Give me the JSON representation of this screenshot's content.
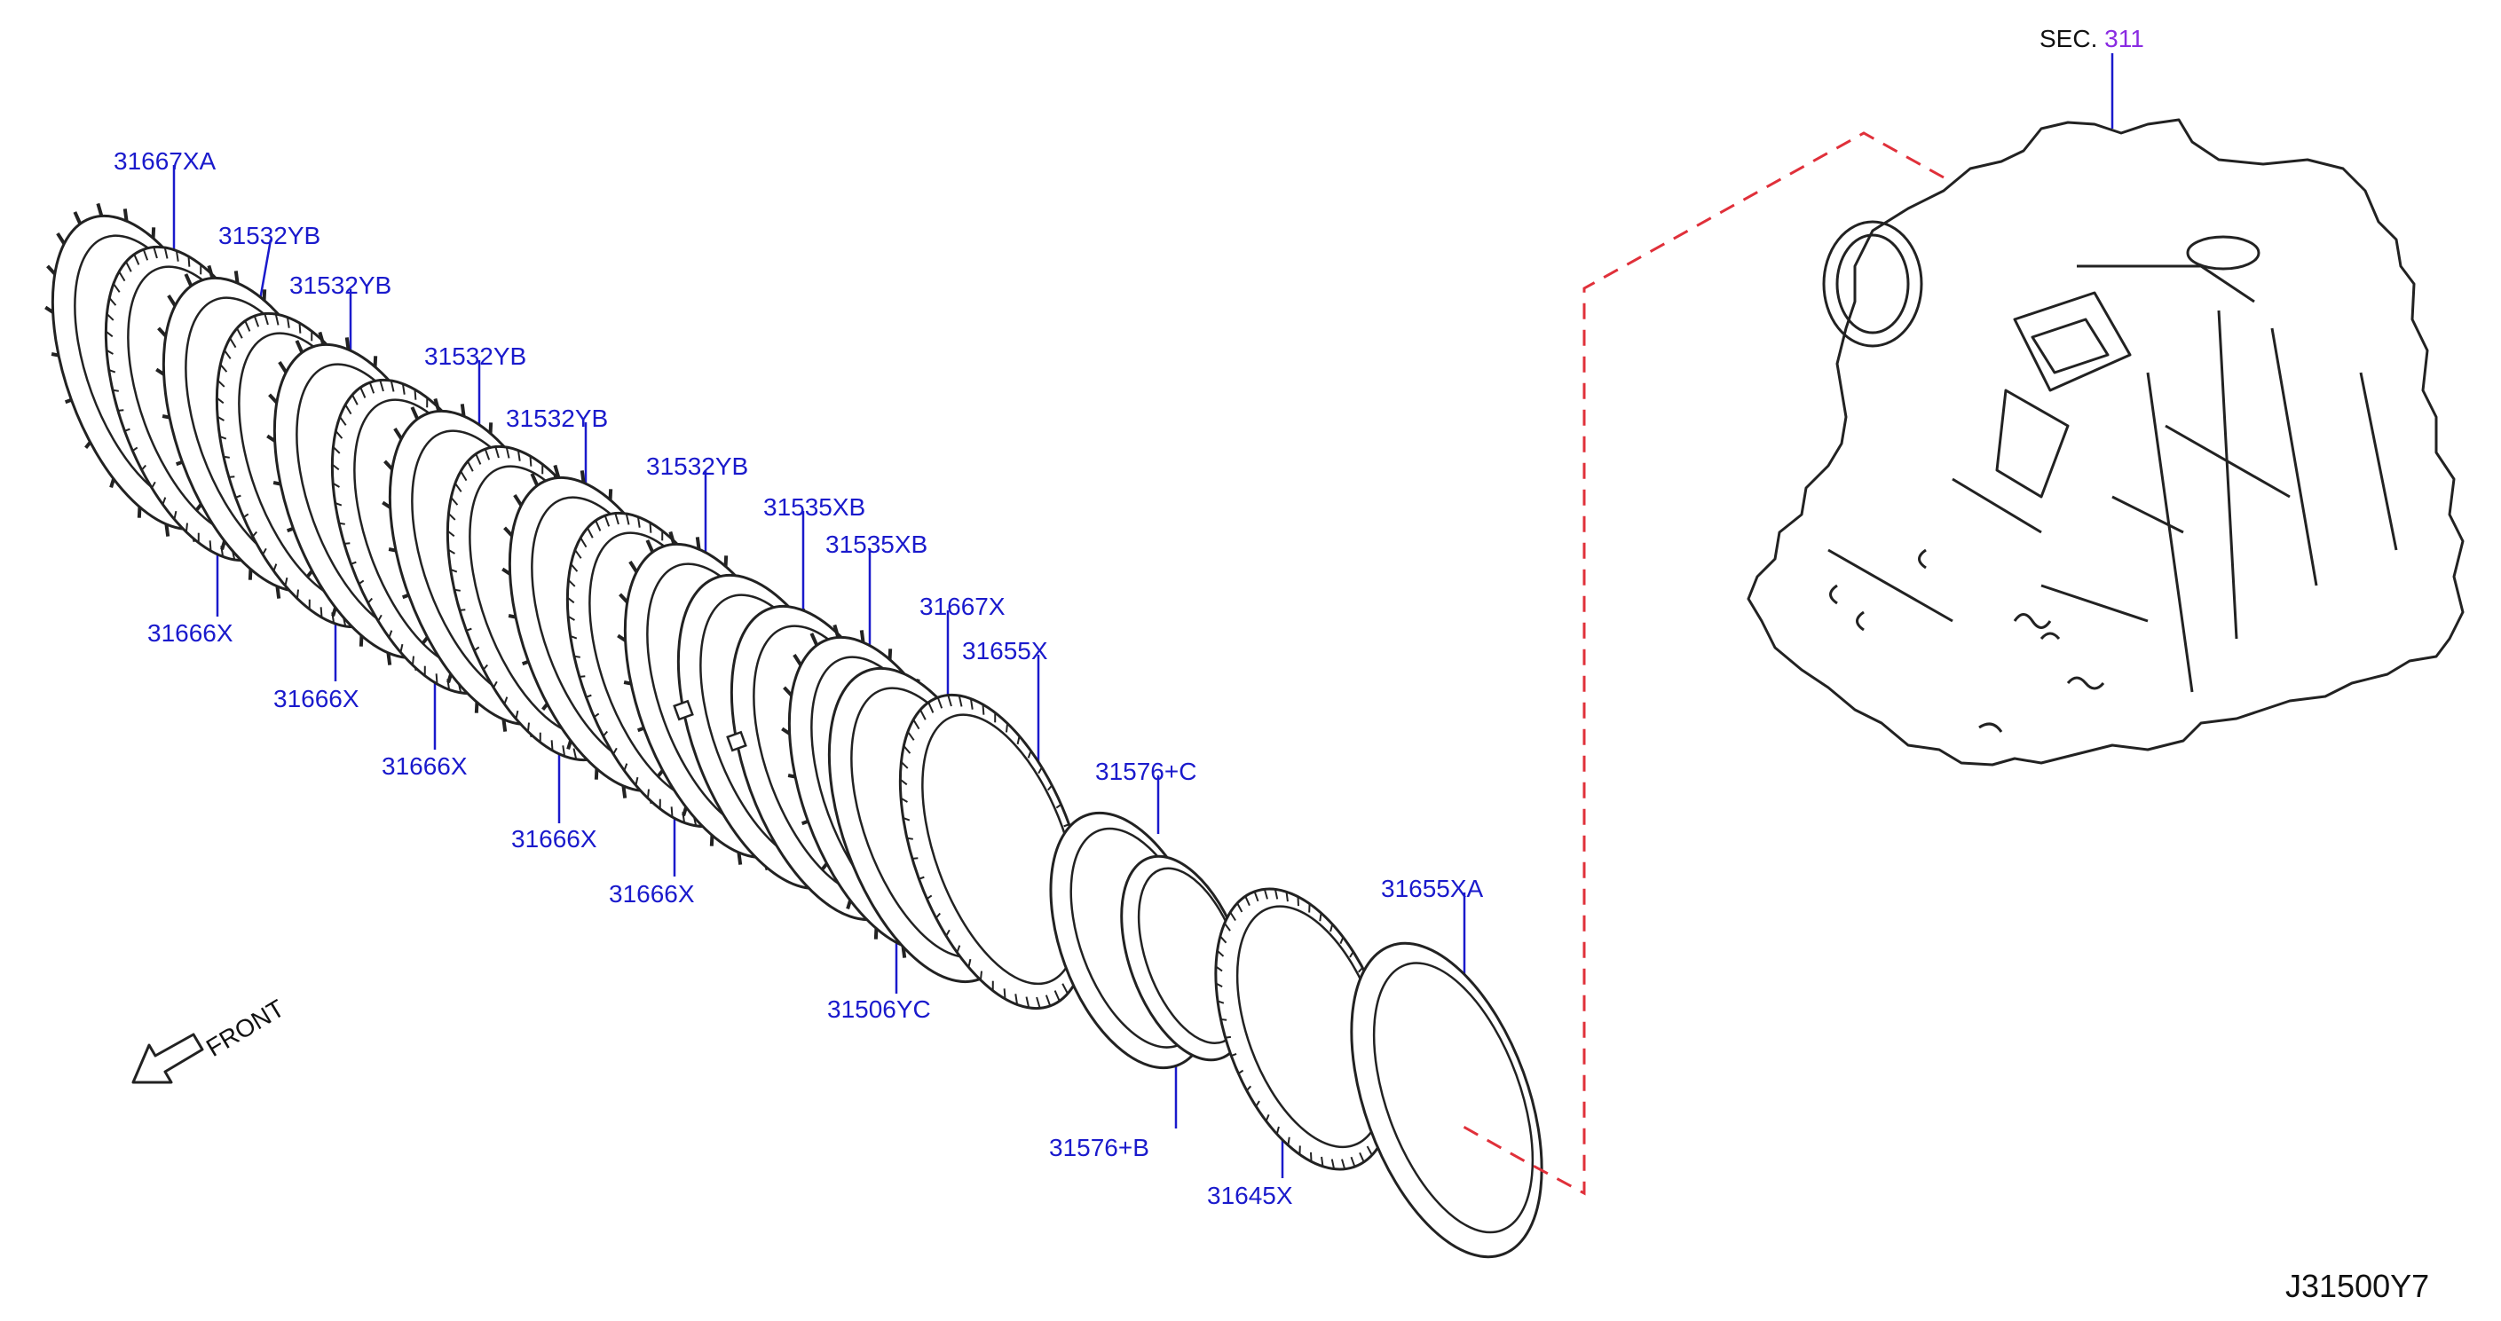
{
  "section": {
    "prefix": "SEC.",
    "number": "311"
  },
  "diagram_code": "J31500Y7",
  "front_label": "FRONT",
  "colors": {
    "callout": "#1a1acc",
    "section_number": "#8a2be2",
    "leader": "#1a1acc",
    "dash": "#e0303a",
    "line": "#222222"
  },
  "callouts": [
    {
      "id": "p1",
      "label": "31667XA"
    },
    {
      "id": "p2",
      "label": "31532YB"
    },
    {
      "id": "p3",
      "label": "31532YB"
    },
    {
      "id": "p4",
      "label": "31532YB"
    },
    {
      "id": "p5",
      "label": "31532YB"
    },
    {
      "id": "p6",
      "label": "31532YB"
    },
    {
      "id": "p7",
      "label": "31535XB"
    },
    {
      "id": "p8",
      "label": "31535XB"
    },
    {
      "id": "p9",
      "label": "31667X"
    },
    {
      "id": "p10",
      "label": "31655X"
    },
    {
      "id": "p11",
      "label": "31576+C"
    },
    {
      "id": "p12",
      "label": "31655XA"
    },
    {
      "id": "p13",
      "label": "31666X"
    },
    {
      "id": "p14",
      "label": "31666X"
    },
    {
      "id": "p15",
      "label": "31666X"
    },
    {
      "id": "p16",
      "label": "31666X"
    },
    {
      "id": "p17",
      "label": "31666X"
    },
    {
      "id": "p18",
      "label": "31506YC"
    },
    {
      "id": "p19",
      "label": "31576+B"
    },
    {
      "id": "p20",
      "label": "31645X"
    }
  ]
}
